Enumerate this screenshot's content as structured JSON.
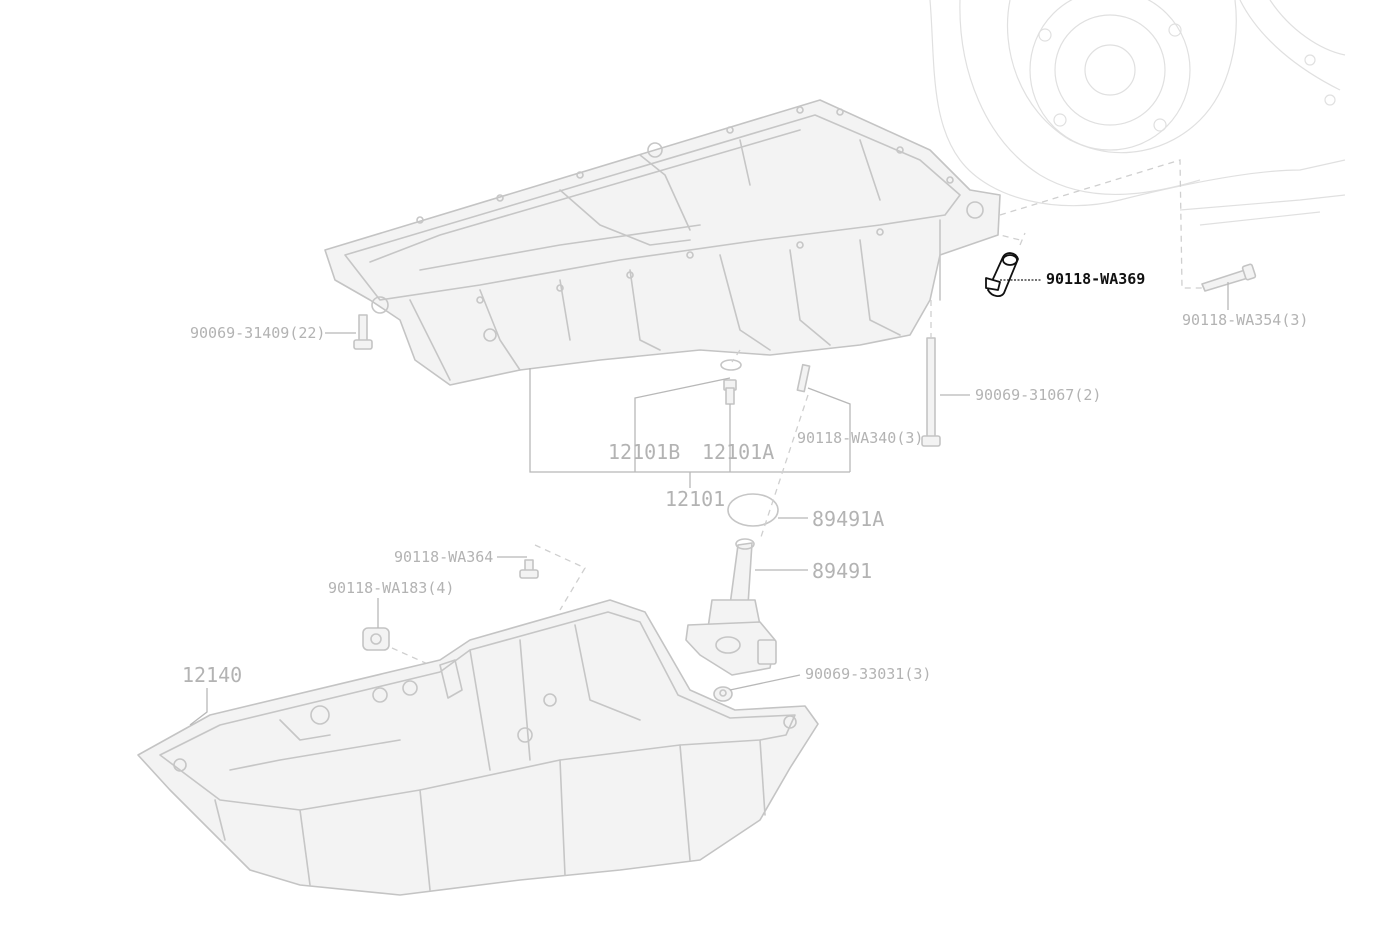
{
  "diagram": {
    "highlight_color": "#111111",
    "part_color": "#c6c6c6",
    "label_color": "#b3b3b3",
    "labels": {
      "hl_90118_wa369": "90118-WA369",
      "p_90118_wa354": "90118-WA354(3)",
      "p_90069_31409": "90069-31409(22)",
      "p_90069_31067": "90069-31067(2)",
      "p_90118_wa340": "90118-WA340(3)",
      "p_12101b": "12101B",
      "p_12101a": "12101A",
      "p_12101": "12101",
      "p_89491a": "89491A",
      "p_89491": "89491",
      "p_90118_wa364": "90118-WA364",
      "p_90118_wa183": "90118-WA183(4)",
      "p_12140": "12140",
      "p_90069_33031": "90069-33031(3)"
    }
  }
}
